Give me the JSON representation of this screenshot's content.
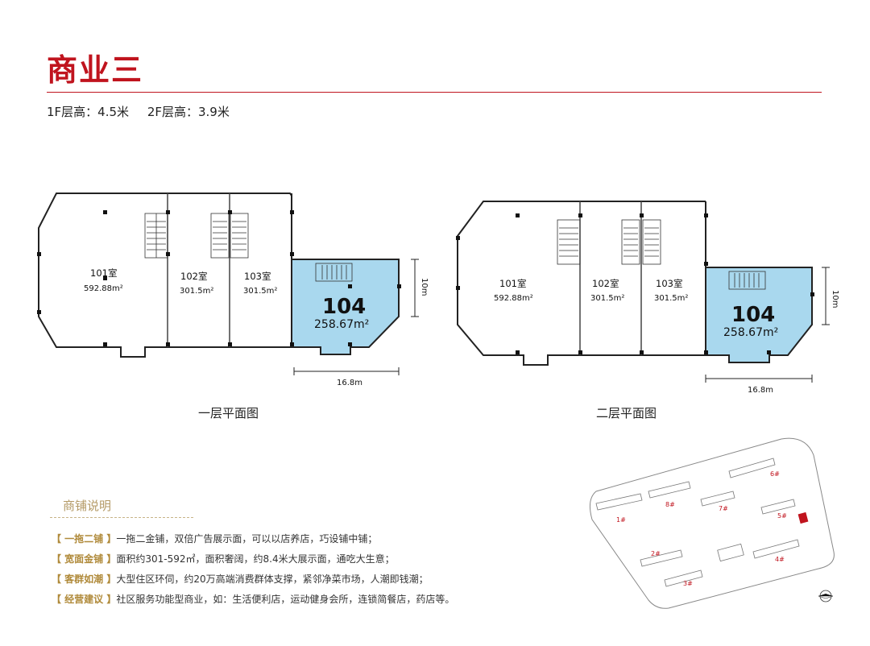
{
  "header": {
    "title": "商业三",
    "floor_heights": [
      "1F层高：4.5米",
      "2F层高：3.9米"
    ]
  },
  "plan_1f": {
    "caption": "一层平面图",
    "units": [
      {
        "room": "101室",
        "area": "592.88m²"
      },
      {
        "room": "102室",
        "area": "301.5m²"
      },
      {
        "room": "103室",
        "area": "301.5m²"
      }
    ],
    "highlight": {
      "room": "104",
      "area": "258.67m²"
    },
    "dim_width": "16.8m",
    "dim_depth": "10m"
  },
  "plan_2f": {
    "caption": "二层平面图",
    "units": [
      {
        "room": "101室",
        "area": "592.88m²"
      },
      {
        "room": "102室",
        "area": "301.5m²"
      },
      {
        "room": "103室",
        "area": "301.5m²"
      }
    ],
    "highlight": {
      "room": "104",
      "area": "258.67m²"
    },
    "dim_width": "16.8m",
    "dim_depth": "10m"
  },
  "notes": {
    "title": "商铺说明",
    "items": [
      {
        "key": "【 一拖二铺 】",
        "text": "一拖二金铺，双倍广告展示面，可以以店养店，巧设铺中铺；"
      },
      {
        "key": "【 宽面金铺 】",
        "text": "面积约301-592㎡，面积奢阔，约8.4米大展示面，通吃大生意；"
      },
      {
        "key": "【 客群如潮 】",
        "text": "大型住区环伺，约20万高端消费群体支撑，紧邻净菜市场，人潮即钱潮；"
      },
      {
        "key": "【 经营建议 】",
        "text": "社区服务功能型商业，如：生活便利店，运动健身会所，连锁简餐店，药店等。"
      }
    ]
  },
  "siteplan": {
    "buildings": [
      "1#",
      "2#",
      "3#",
      "4#",
      "5#",
      "6#",
      "7#",
      "8#"
    ]
  },
  "colors": {
    "accent": "#c0141e",
    "highlight_fill": "#a9d8ee",
    "gold": "#b08a3a"
  }
}
